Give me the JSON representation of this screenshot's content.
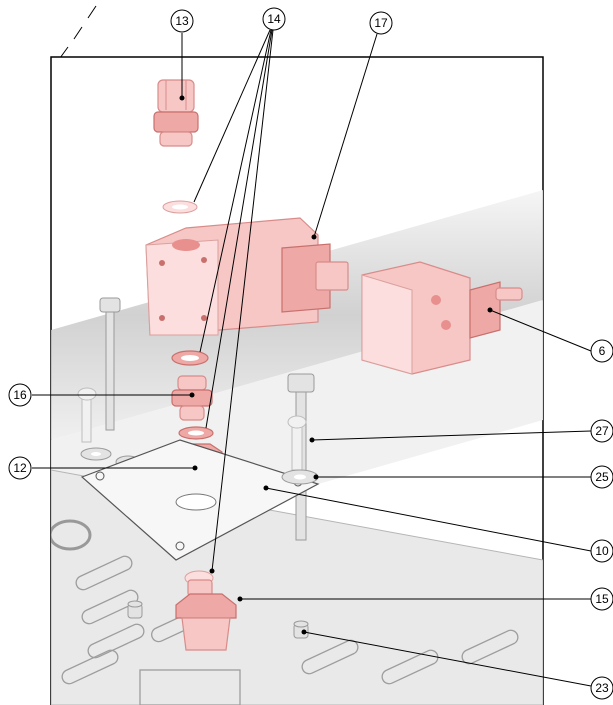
{
  "callouts": {
    "c13": "13",
    "c14": "14",
    "c17": "17",
    "c6": "6",
    "c16": "16",
    "c27": "27",
    "c12": "12",
    "c25": "25",
    "c10": "10",
    "c15": "15",
    "c23": "23"
  },
  "colors": {
    "highlight": "#f6c7c5",
    "outline": "#000000",
    "background_parts": "#e3e3e3"
  }
}
